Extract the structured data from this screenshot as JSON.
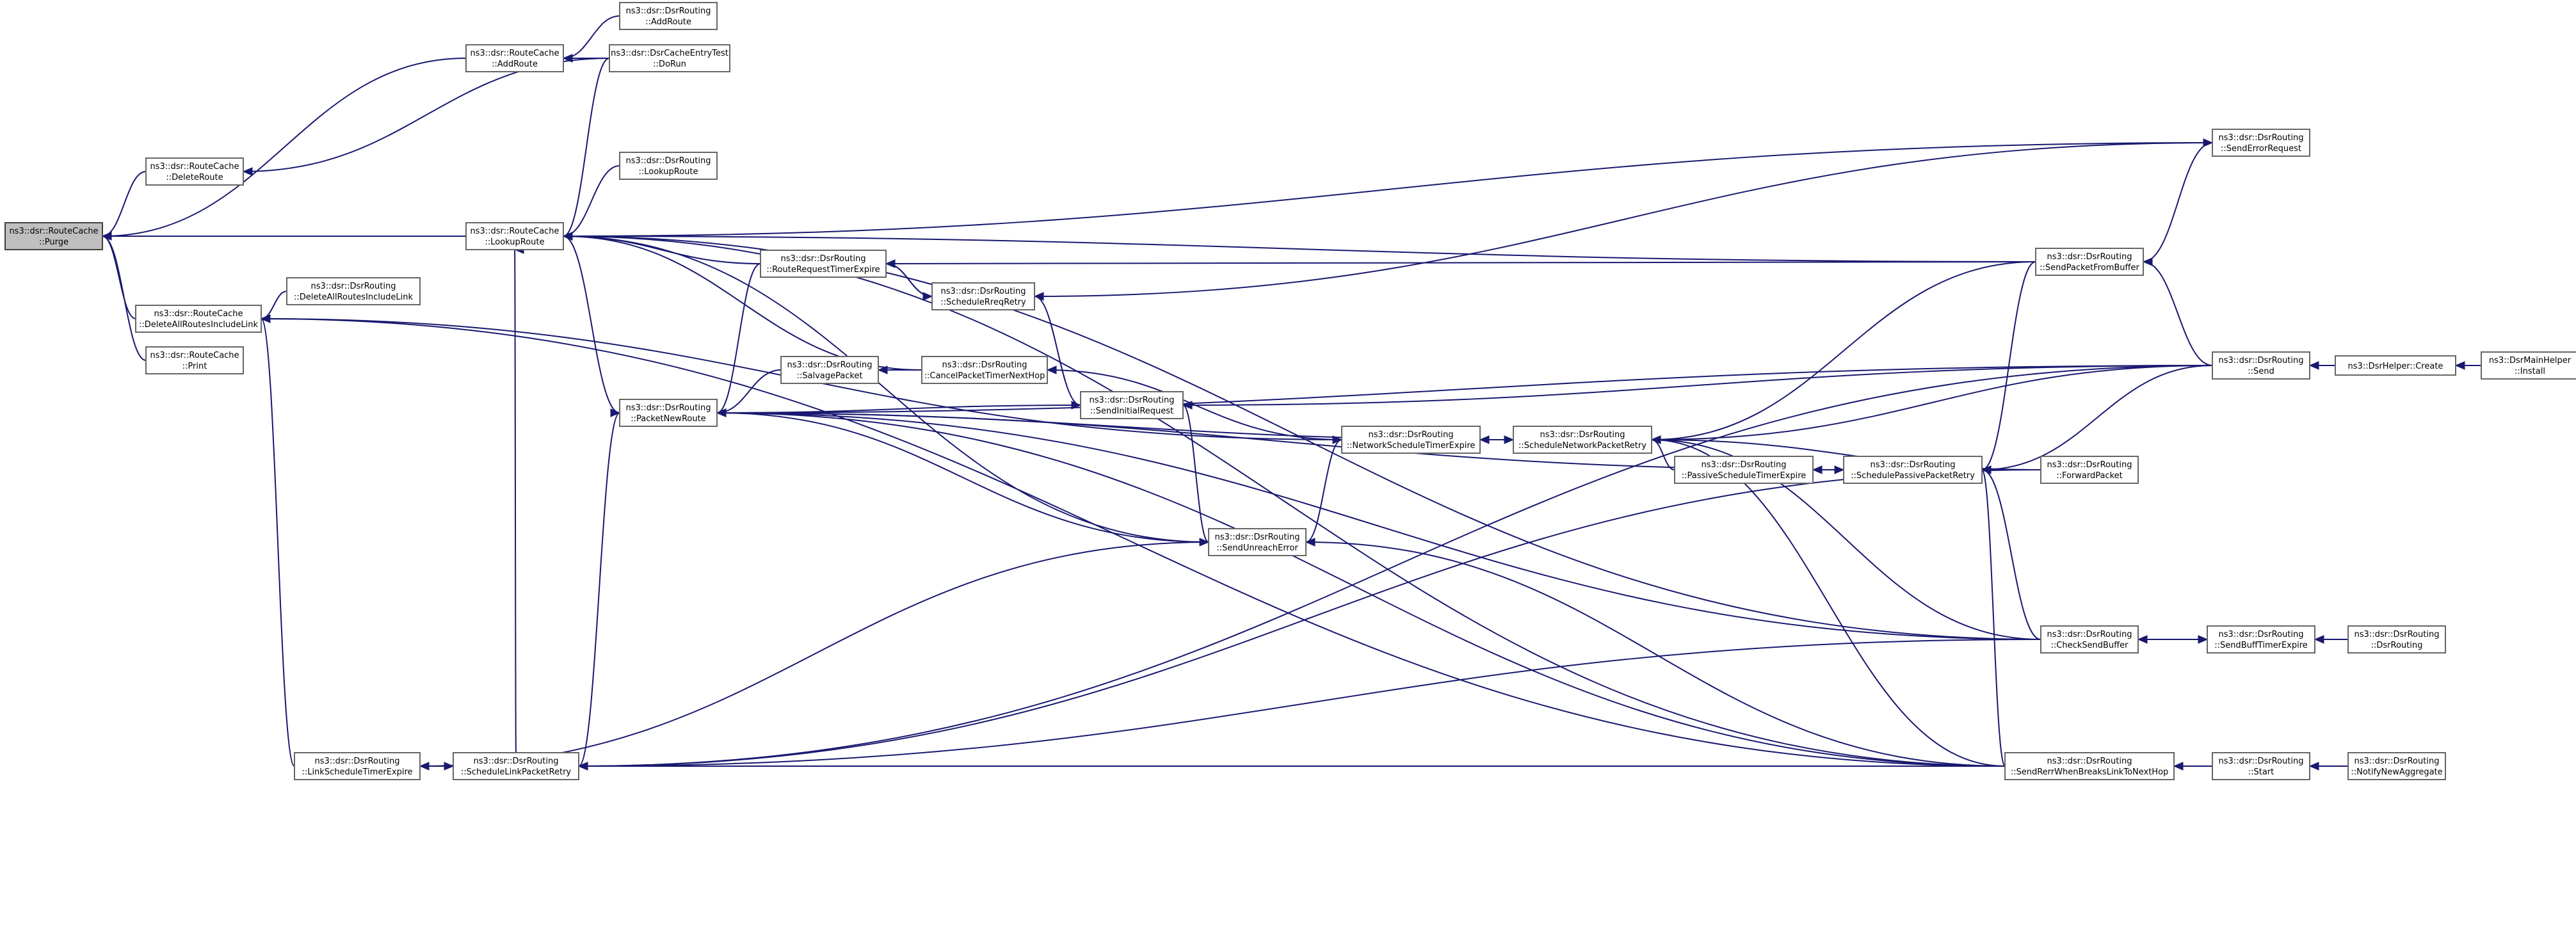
{
  "graph": {
    "title": "",
    "colors": {
      "edge": "#191970",
      "root_fill": "#bfbfbf",
      "node_fill": "#ffffff",
      "node_border": "#666666"
    },
    "nodes": [
      {
        "id": "purge",
        "line1": "ns3::dsr::RouteCache",
        "line2": "::Purge",
        "root": true
      },
      {
        "id": "addRouteCache",
        "line1": "ns3::dsr::RouteCache",
        "line2": "::AddRoute"
      },
      {
        "id": "addRouteDsr",
        "line1": "ns3::dsr::DsrRouting",
        "line2": "::AddRoute"
      },
      {
        "id": "doRun",
        "line1": "ns3::dsr::DsrCacheEntryTest",
        "line2": "::DoRun"
      },
      {
        "id": "deleteRoute",
        "line1": "ns3::dsr::RouteCache",
        "line2": "::DeleteRoute"
      },
      {
        "id": "lookupRouteCache",
        "line1": "ns3::dsr::RouteCache",
        "line2": "::LookupRoute"
      },
      {
        "id": "lookupRouteDsr",
        "line1": "ns3::dsr::DsrRouting",
        "line2": "::LookupRoute"
      },
      {
        "id": "deleteAllRC",
        "line1": "ns3::dsr::RouteCache",
        "line2": "::DeleteAllRoutesIncludeLink"
      },
      {
        "id": "deleteAllDsr",
        "line1": "ns3::dsr::DsrRouting",
        "line2": "::DeleteAllRoutesIncludeLink"
      },
      {
        "id": "print",
        "line1": "ns3::dsr::RouteCache",
        "line2": "::Print"
      },
      {
        "id": "routeRequestTimerExpire",
        "line1": "ns3::dsr::DsrRouting",
        "line2": "::RouteRequestTimerExpire"
      },
      {
        "id": "scheduleRreqRetry",
        "line1": "ns3::dsr::DsrRouting",
        "line2": "::ScheduleRreqRetry"
      },
      {
        "id": "salvagePacket",
        "line1": "ns3::dsr::DsrRouting",
        "line2": "::SalvagePacket"
      },
      {
        "id": "cancelPacketTimerNextHop",
        "line1": "ns3::dsr::DsrRouting",
        "line2": "::CancelPacketTimerNextHop"
      },
      {
        "id": "packetNewRoute",
        "line1": "ns3::dsr::DsrRouting",
        "line2": "::PacketNewRoute"
      },
      {
        "id": "sendInitialRequest",
        "line1": "ns3::dsr::DsrRouting",
        "line2": "::SendInitialRequest"
      },
      {
        "id": "networkScheduleTimerExpire",
        "line1": "ns3::dsr::DsrRouting",
        "line2": "::NetworkScheduleTimerExpire"
      },
      {
        "id": "scheduleNetworkPacketRetry",
        "line1": "ns3::dsr::DsrRouting",
        "line2": "::ScheduleNetworkPacketRetry"
      },
      {
        "id": "passiveScheduleTimerExpire",
        "line1": "ns3::dsr::DsrRouting",
        "line2": "::PassiveScheduleTimerExpire"
      },
      {
        "id": "schedulePassivePacketRetry",
        "line1": "ns3::dsr::DsrRouting",
        "line2": "::SchedulePassivePacketRetry"
      },
      {
        "id": "forwardPacket",
        "line1": "ns3::dsr::DsrRouting",
        "line2": "::ForwardPacket"
      },
      {
        "id": "sendUnreachError",
        "line1": "ns3::dsr::DsrRouting",
        "line2": "::SendUnreachError"
      },
      {
        "id": "sendErrorRequest",
        "line1": "ns3::dsr::DsrRouting",
        "line2": "::SendErrorRequest"
      },
      {
        "id": "sendPacketFromBuffer",
        "line1": "ns3::dsr::DsrRouting",
        "line2": "::SendPacketFromBuffer"
      },
      {
        "id": "send",
        "line1": "ns3::dsr::DsrRouting",
        "line2": "::Send"
      },
      {
        "id": "dsrHelperCreate",
        "line1": "ns3::DsrHelper::Create",
        "line2": ""
      },
      {
        "id": "dsrMainHelperInstall",
        "line1": "ns3::DsrMainHelper",
        "line2": "::Install"
      },
      {
        "id": "checkSendBuffer",
        "line1": "ns3::dsr::DsrRouting",
        "line2": "::CheckSendBuffer"
      },
      {
        "id": "sendBuffTimerExpire",
        "line1": "ns3::dsr::DsrRouting",
        "line2": "::SendBuffTimerExpire"
      },
      {
        "id": "dsrRoutingCtor",
        "line1": "ns3::dsr::DsrRouting",
        "line2": "::DsrRouting"
      },
      {
        "id": "linkScheduleTimerExpire",
        "line1": "ns3::dsr::DsrRouting",
        "line2": "::LinkScheduleTimerExpire"
      },
      {
        "id": "scheduleLinkPacketRetry",
        "line1": "ns3::dsr::DsrRouting",
        "line2": "::ScheduleLinkPacketRetry"
      },
      {
        "id": "sendRerrWhenBreaks",
        "line1": "ns3::dsr::DsrRouting",
        "line2": "::SendRerrWhenBreaksLinkToNextHop"
      },
      {
        "id": "start",
        "line1": "ns3::dsr::DsrRouting",
        "line2": "::Start"
      },
      {
        "id": "notifyNewAggregate",
        "line1": "ns3::dsr::DsrRouting",
        "line2": "::NotifyNewAggregate"
      }
    ],
    "edges": [
      [
        "addRouteCache",
        "purge"
      ],
      [
        "addRouteDsr",
        "addRouteCache"
      ],
      [
        "doRun",
        "addRouteCache"
      ],
      [
        "deleteRoute",
        "purge"
      ],
      [
        "doRun",
        "deleteRoute"
      ],
      [
        "lookupRouteCache",
        "purge"
      ],
      [
        "deleteAllRC",
        "purge"
      ],
      [
        "print",
        "purge"
      ],
      [
        "deleteAllDsr",
        "deleteAllRC"
      ],
      [
        "linkScheduleTimerExpire",
        "deleteAllRC"
      ],
      [
        "sendRerrWhenBreaks",
        "deleteAllRC"
      ],
      [
        "networkScheduleTimerExpire",
        "deleteAllRC"
      ],
      [
        "lookupRouteDsr",
        "lookupRouteCache"
      ],
      [
        "doRun",
        "lookupRouteCache"
      ],
      [
        "routeRequestTimerExpire",
        "lookupRouteCache"
      ],
      [
        "sendErrorRequest",
        "lookupRouteCache"
      ],
      [
        "sendPacketFromBuffer",
        "lookupRouteCache"
      ],
      [
        "cancelPacketTimerNextHop",
        "lookupRouteCache"
      ],
      [
        "packetNewRoute",
        "lookupRouteCache"
      ],
      [
        "sendUnreachError",
        "lookupRouteCache"
      ],
      [
        "checkSendBuffer",
        "lookupRouteCache"
      ],
      [
        "sendRerrWhenBreaks",
        "lookupRouteCache"
      ],
      [
        "scheduleLinkPacketRetry",
        "lookupRouteCache"
      ],
      [
        "scheduleRreqRetry",
        "routeRequestTimerExpire"
      ],
      [
        "routeRequestTimerExpire",
        "scheduleRreqRetry"
      ],
      [
        "sendPacketFromBuffer",
        "routeRequestTimerExpire"
      ],
      [
        "sendErrorRequest",
        "scheduleRreqRetry"
      ],
      [
        "scheduleRreqRetry",
        "sendInitialRequest"
      ],
      [
        "salvagePacket",
        "packetNewRoute"
      ],
      [
        "cancelPacketTimerNextHop",
        "salvagePacket"
      ],
      [
        "networkScheduleTimerExpire",
        "cancelPacketTimerNextHop"
      ],
      [
        "routeRequestTimerExpire",
        "packetNewRoute"
      ],
      [
        "sendInitialRequest",
        "packetNewRoute"
      ],
      [
        "scheduleNetworkPacketRetry",
        "packetNewRoute"
      ],
      [
        "schedulePassivePacketRetry",
        "packetNewRoute"
      ],
      [
        "sendUnreachError",
        "packetNewRoute"
      ],
      [
        "checkSendBuffer",
        "packetNewRoute"
      ],
      [
        "sendRerrWhenBreaks",
        "packetNewRoute"
      ],
      [
        "scheduleLinkPacketRetry",
        "packetNewRoute"
      ],
      [
        "send",
        "packetNewRoute"
      ],
      [
        "send",
        "sendInitialRequest"
      ],
      [
        "sendUnreachError",
        "sendInitialRequest"
      ],
      [
        "scheduleNetworkPacketRetry",
        "networkScheduleTimerExpire"
      ],
      [
        "networkScheduleTimerExpire",
        "scheduleNetworkPacketRetry"
      ],
      [
        "sendUnreachError",
        "networkScheduleTimerExpire"
      ],
      [
        "passiveScheduleTimerExpire",
        "scheduleNetworkPacketRetry"
      ],
      [
        "schedulePassivePacketRetry",
        "passiveScheduleTimerExpire"
      ],
      [
        "passiveScheduleTimerExpire",
        "schedulePassivePacketRetry"
      ],
      [
        "forwardPacket",
        "schedulePassivePacketRetry"
      ],
      [
        "send",
        "schedulePassivePacketRetry"
      ],
      [
        "checkSendBuffer",
        "schedulePassivePacketRetry"
      ],
      [
        "sendRerrWhenBreaks",
        "schedulePassivePacketRetry"
      ],
      [
        "sendPacketFromBuffer",
        "schedulePassivePacketRetry"
      ],
      [
        "sendPacketFromBuffer",
        "scheduleNetworkPacketRetry"
      ],
      [
        "send",
        "scheduleNetworkPacketRetry"
      ],
      [
        "forwardPacket",
        "scheduleNetworkPacketRetry"
      ],
      [
        "checkSendBuffer",
        "scheduleNetworkPacketRetry"
      ],
      [
        "sendRerrWhenBreaks",
        "scheduleNetworkPacketRetry"
      ],
      [
        "sendPacketFromBuffer",
        "sendErrorRequest"
      ],
      [
        "send",
        "sendPacketFromBuffer"
      ],
      [
        "dsrHelperCreate",
        "send"
      ],
      [
        "dsrMainHelperInstall",
        "dsrHelperCreate"
      ],
      [
        "sendRerrWhenBreaks",
        "sendUnreachError"
      ],
      [
        "linkScheduleTimerExpire",
        "sendUnreachError"
      ],
      [
        "sendBuffTimerExpire",
        "checkSendBuffer"
      ],
      [
        "checkSendBuffer",
        "sendBuffTimerExpire"
      ],
      [
        "dsrRoutingCtor",
        "sendBuffTimerExpire"
      ],
      [
        "scheduleLinkPacketRetry",
        "linkScheduleTimerExpire"
      ],
      [
        "linkScheduleTimerExpire",
        "scheduleLinkPacketRetry"
      ],
      [
        "send",
        "scheduleLinkPacketRetry"
      ],
      [
        "checkSendBuffer",
        "scheduleLinkPacketRetry"
      ],
      [
        "sendRerrWhenBreaks",
        "scheduleLinkPacketRetry"
      ],
      [
        "forwardPacket",
        "scheduleLinkPacketRetry"
      ],
      [
        "start",
        "sendRerrWhenBreaks"
      ],
      [
        "notifyNewAggregate",
        "start"
      ]
    ]
  }
}
